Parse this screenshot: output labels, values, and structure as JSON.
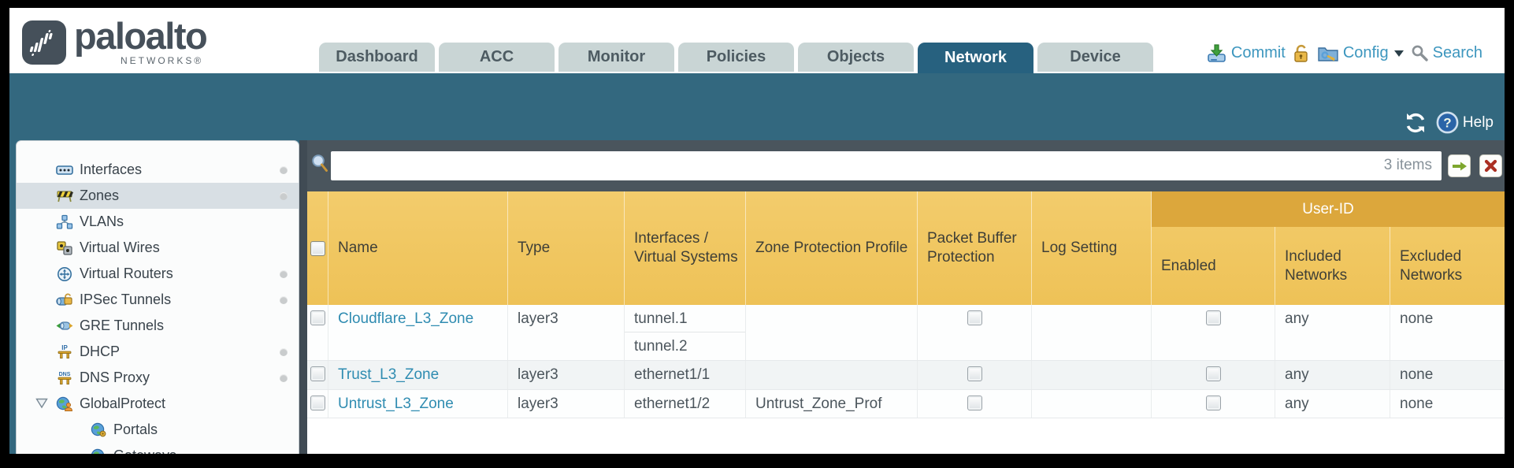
{
  "brand": {
    "name": "paloalto",
    "subtitle": "NETWORKS®"
  },
  "nav": {
    "tabs": [
      {
        "label": "Dashboard",
        "active": false
      },
      {
        "label": "ACC",
        "active": false
      },
      {
        "label": "Monitor",
        "active": false
      },
      {
        "label": "Policies",
        "active": false
      },
      {
        "label": "Objects",
        "active": false
      },
      {
        "label": "Network",
        "active": true
      },
      {
        "label": "Device",
        "active": false
      }
    ],
    "actions": {
      "commit": "Commit",
      "config": "Config",
      "search": "Search"
    }
  },
  "toolbar": {
    "help_label": "Help",
    "help_glyph": "?"
  },
  "filterbar": {
    "value": "",
    "count": "3 items"
  },
  "sidebar": {
    "items": [
      {
        "label": "Interfaces",
        "dot": true
      },
      {
        "label": "Zones",
        "dot": true,
        "selected": true
      },
      {
        "label": "VLANs",
        "dot": false
      },
      {
        "label": "Virtual Wires",
        "dot": false
      },
      {
        "label": "Virtual Routers",
        "dot": true
      },
      {
        "label": "IPSec Tunnels",
        "dot": true
      },
      {
        "label": "GRE Tunnels",
        "dot": false
      },
      {
        "label": "DHCP",
        "dot": true,
        "badge": "IP"
      },
      {
        "label": "DNS Proxy",
        "dot": true,
        "badge": "DNS"
      },
      {
        "label": "GlobalProtect",
        "dot": false,
        "expanded": true
      },
      {
        "label": "Portals",
        "dot": false,
        "indent": true
      },
      {
        "label": "Gateways",
        "dot": false,
        "indent": true
      }
    ]
  },
  "table": {
    "group_header": "User-ID",
    "columns": [
      "Name",
      "Type",
      "Interfaces / Virtual Systems",
      "Zone Protection Profile",
      "Packet Buffer Protection",
      "Log Setting",
      "Enabled",
      "Included Networks",
      "Excluded Networks"
    ],
    "rows": [
      {
        "name": "Cloudflare_L3_Zone",
        "type": "layer3",
        "interfaces": [
          "tunnel.1",
          "tunnel.2"
        ],
        "zone_protection_profile": "",
        "log_setting": "",
        "included_networks": "any",
        "excluded_networks": "none"
      },
      {
        "name": "Trust_L3_Zone",
        "type": "layer3",
        "interfaces": [
          "ethernet1/1"
        ],
        "zone_protection_profile": "",
        "log_setting": "",
        "included_networks": "any",
        "excluded_networks": "none"
      },
      {
        "name": "Untrust_L3_Zone",
        "type": "layer3",
        "interfaces": [
          "ethernet1/2"
        ],
        "zone_protection_profile": "Untrust_Zone_Prof",
        "log_setting": "",
        "included_networks": "any",
        "excluded_networks": "none"
      }
    ]
  },
  "colors": {
    "teal_band": "#33687f",
    "active_tab": "#27617f",
    "slate_bar": "#4a555d",
    "gold_header": "#f0c65f",
    "gold_group": "#dca73c",
    "link": "#2f8cb1",
    "selected_item": "#d8dfe4",
    "stripe": "#f1f4f5",
    "action_text": "#3c96be"
  }
}
